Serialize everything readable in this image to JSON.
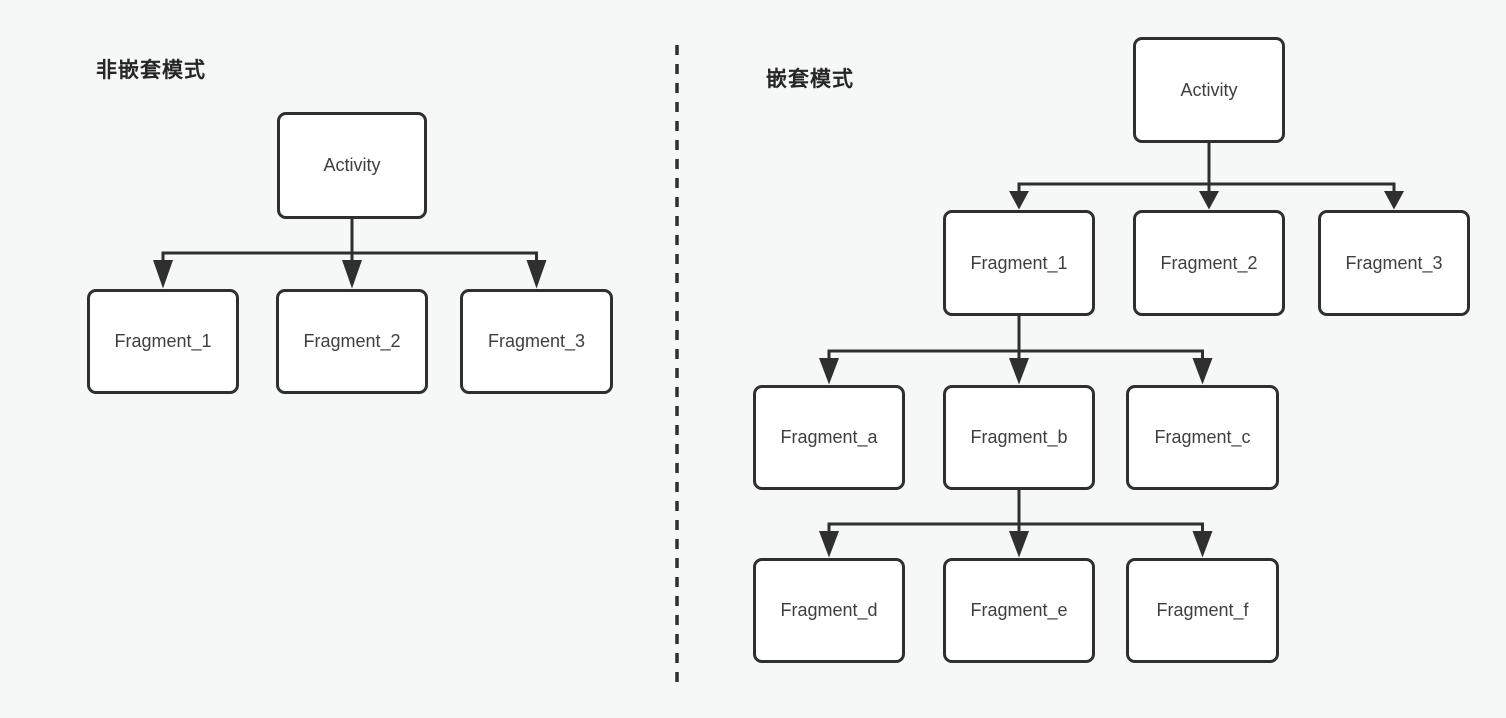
{
  "diagram": {
    "colors": {
      "background": "#f6f7f7",
      "node_fill": "#ffffff",
      "stroke": "#2f2f2f",
      "node_text": "#3f3f3f",
      "title_text": "#262626"
    },
    "left": {
      "title": "非嵌套模式",
      "nodes": {
        "activity": "Activity",
        "fragment_1": "Fragment_1",
        "fragment_2": "Fragment_2",
        "fragment_3": "Fragment_3"
      },
      "edges": [
        {
          "from": "Activity",
          "to": "Fragment_1"
        },
        {
          "from": "Activity",
          "to": "Fragment_2"
        },
        {
          "from": "Activity",
          "to": "Fragment_3"
        }
      ]
    },
    "right": {
      "title": "嵌套模式",
      "nodes": {
        "activity": "Activity",
        "fragment_1": "Fragment_1",
        "fragment_2": "Fragment_2",
        "fragment_3": "Fragment_3",
        "fragment_a": "Fragment_a",
        "fragment_b": "Fragment_b",
        "fragment_c": "Fragment_c",
        "fragment_d": "Fragment_d",
        "fragment_e": "Fragment_e",
        "fragment_f": "Fragment_f"
      },
      "edges": [
        {
          "from": "Activity",
          "to": "Fragment_1"
        },
        {
          "from": "Activity",
          "to": "Fragment_2"
        },
        {
          "from": "Activity",
          "to": "Fragment_3"
        },
        {
          "from": "Fragment_1",
          "to": "Fragment_a"
        },
        {
          "from": "Fragment_1",
          "to": "Fragment_b"
        },
        {
          "from": "Fragment_1",
          "to": "Fragment_c"
        },
        {
          "from": "Fragment_b",
          "to": "Fragment_d"
        },
        {
          "from": "Fragment_b",
          "to": "Fragment_e"
        },
        {
          "from": "Fragment_b",
          "to": "Fragment_f"
        }
      ]
    }
  }
}
